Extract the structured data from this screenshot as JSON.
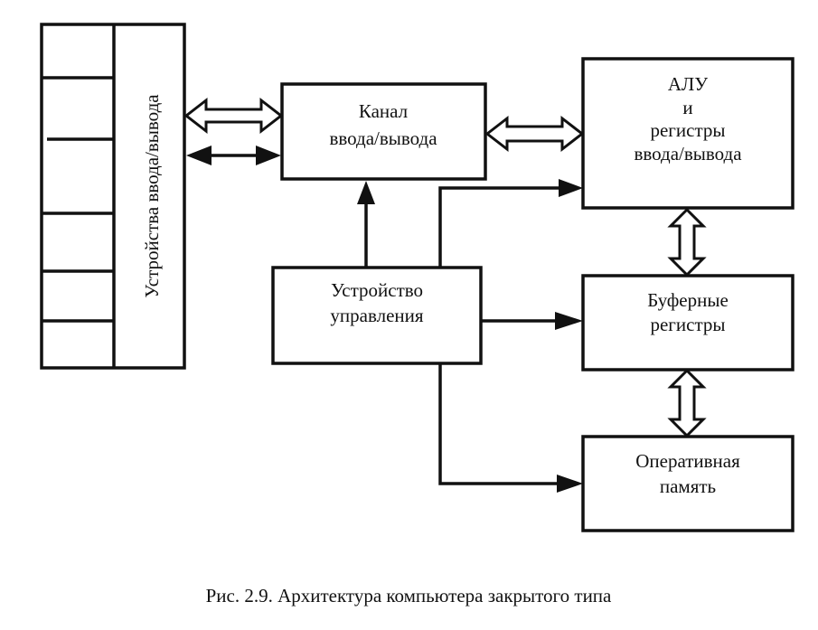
{
  "diagram": {
    "io_devices": {
      "label": "Устройства ввода/вывода"
    },
    "channel": {
      "line1": "Канал",
      "line2": "ввода/вывода"
    },
    "alu": {
      "line1": "АЛУ",
      "line2": "и",
      "line3": "регистры",
      "line4": "ввода/вывода"
    },
    "control_unit": {
      "line1": "Устройство",
      "line2": "управления"
    },
    "buffer_registers": {
      "line1": "Буферные",
      "line2": "регистры"
    },
    "ram": {
      "line1": "Оперативная",
      "line2": "память"
    },
    "connections": [
      {
        "from": "io_devices",
        "to": "channel",
        "type": "bus-bidirectional"
      },
      {
        "from": "io_devices",
        "to": "channel",
        "type": "signal-bidirectional"
      },
      {
        "from": "channel",
        "to": "alu",
        "type": "bus-bidirectional"
      },
      {
        "from": "control_unit",
        "to": "channel",
        "type": "signal"
      },
      {
        "from": "control_unit",
        "to": "alu",
        "type": "signal"
      },
      {
        "from": "control_unit",
        "to": "buffer_registers",
        "type": "signal"
      },
      {
        "from": "control_unit",
        "to": "ram",
        "type": "signal"
      },
      {
        "from": "alu",
        "to": "buffer_registers",
        "type": "bus-bidirectional"
      },
      {
        "from": "buffer_registers",
        "to": "ram",
        "type": "bus-bidirectional"
      }
    ]
  },
  "caption": "Рис. 2.9. Архитектура компьютера закрытого типа"
}
